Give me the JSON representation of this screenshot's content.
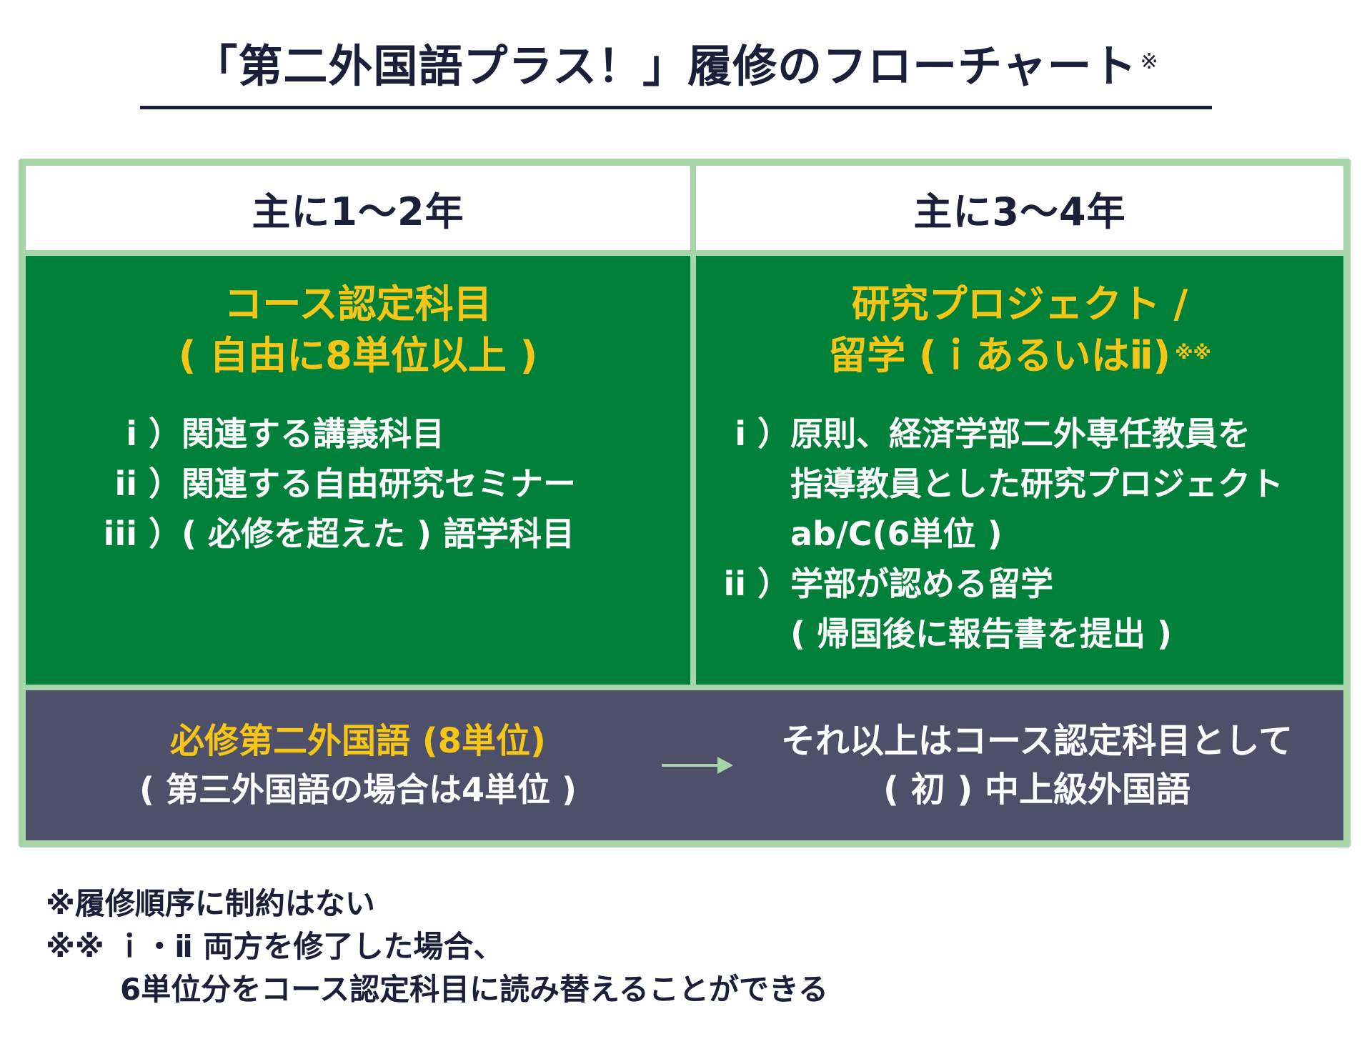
{
  "title": {
    "text": "「第二外国語プラス！」履修のフローチャート",
    "mark": "※"
  },
  "columns": {
    "left_header": "主に1〜2年",
    "right_header": "主に3〜4年"
  },
  "left_box": {
    "heading_line1": "コース認定科目",
    "heading_line2": "( 自由に8単位以上 )",
    "items": [
      {
        "mark": "i ）",
        "text": "関連する講義科目"
      },
      {
        "mark": "ii ）",
        "text": "関連する自由研究セミナー"
      },
      {
        "mark": "iii ）",
        "text": "( 必修を超えた ) 語学科目"
      }
    ]
  },
  "right_box": {
    "heading_line1": "研究プロジェクト /",
    "heading_line2": "留学 (ｉあるいはⅱ)",
    "heading_mark": "※※",
    "item1_mark": "i ）",
    "item1_lines": [
      "原則、経済学部二外専任教員を",
      "指導教員とした研究プロジェクト",
      "ab/C(6単位 )"
    ],
    "item2_mark": "ii ）",
    "item2_lines": [
      "学部が認める留学",
      "( 帰国後に報告書を提出 )"
    ]
  },
  "bottom_box": {
    "left_line1": "必修第二外国語 (8単位)",
    "left_line2": "( 第三外国語の場合は4単位 )",
    "right_line1": "それ以上はコース認定科目として",
    "right_line2": "( 初 ) 中上級外国語"
  },
  "notes": {
    "note1": "※履修順序に制約はない",
    "note2": "※※ ｉ・ⅱ  両方を修了した場合、",
    "note3": "6単位分をコース認定科目に読み替えることができる"
  },
  "colors": {
    "frame": "#a7d4a9",
    "green": "#01803a",
    "navy": "#4e4f69",
    "gold": "#f5c517",
    "text": "#1b1f3a"
  }
}
